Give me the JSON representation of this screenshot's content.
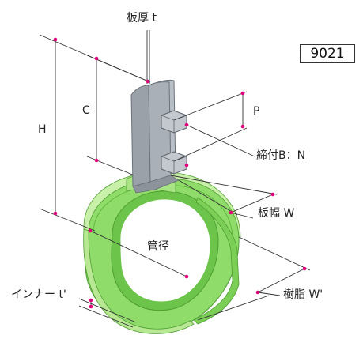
{
  "model_number": "9021",
  "labels": {
    "plate_thickness": "板厚 t",
    "dim_C": "C",
    "dim_H": "H",
    "dim_P": "P",
    "fastening": "締付B：N",
    "plate_width": "板幅 W",
    "pipe_diameter": "管径",
    "inner_thickness": "インナー t'",
    "resin_width": "樹脂 W'"
  },
  "colors": {
    "resin_green": "#8fdc6a",
    "resin_green_dark": "#5fb83e",
    "resin_green_light": "#c8f0a8",
    "plate_gray": "#a7adb5",
    "plate_gray_dark": "#7f868f",
    "bolt_gray": "#b7bcc2",
    "dimension_line": "#333333",
    "marker": "#e0007a"
  }
}
